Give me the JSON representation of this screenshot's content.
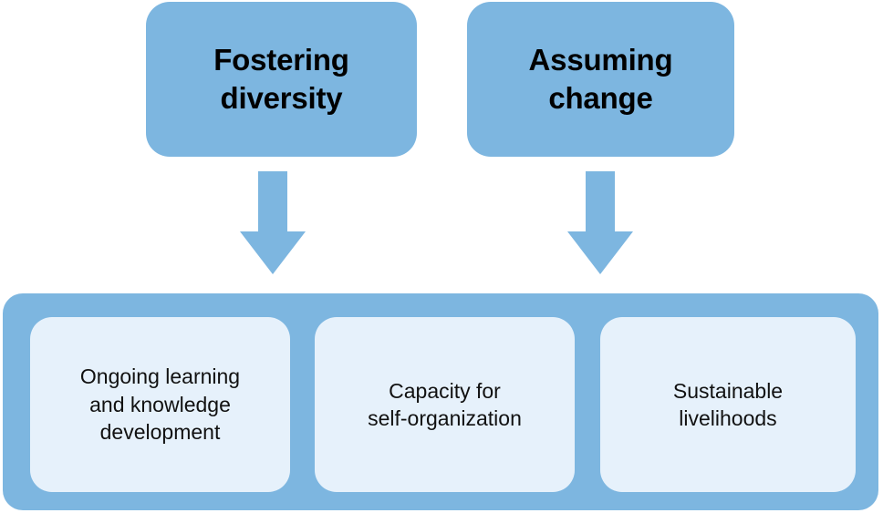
{
  "diagram": {
    "type": "flow-diagram",
    "colors": {
      "primary_blue": "#7DB6E0",
      "light_blue_fill": "#E6F1FB",
      "background": "#FFFFFF",
      "text": "#000000"
    },
    "drivers": [
      {
        "id": "fostering-diversity",
        "label": "Fostering\ndiversity"
      },
      {
        "id": "assuming-change",
        "label": "Assuming\nchange"
      }
    ],
    "connectors": [
      {
        "id": "arrow-from-fostering-diversity",
        "icon": "down-arrow-icon"
      },
      {
        "id": "arrow-from-assuming-change",
        "icon": "down-arrow-icon"
      }
    ],
    "outcomes": [
      {
        "id": "ongoing-learning",
        "label": "Ongoing learning\nand knowledge\ndevelopment"
      },
      {
        "id": "self-organization",
        "label": "Capacity for\nself-organization"
      },
      {
        "id": "sustainable-livelihoods",
        "label": "Sustainable\nlivelihoods"
      }
    ]
  }
}
